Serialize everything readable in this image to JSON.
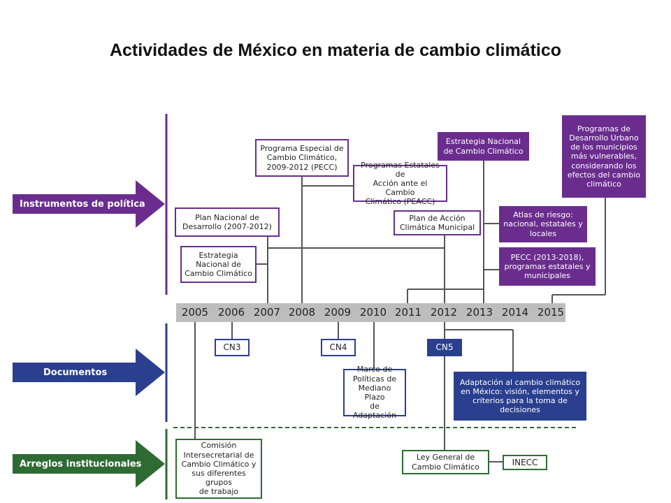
{
  "title": "Actividades de México en materia de cambio climático",
  "colors": {
    "purple": "#6a2d8e",
    "blue": "#2b3f8f",
    "green": "#2e6b32",
    "year_bar": "#bdbdbd",
    "connector": "#555555"
  },
  "categories": {
    "instrumentos": "Instrumentos de política",
    "documentos": "Documentos",
    "arreglos": "Arreglos institucionales"
  },
  "years": [
    "2005",
    "2006",
    "2007",
    "2008",
    "2009",
    "2010",
    "2011",
    "2012",
    "2013",
    "2014",
    "2015"
  ],
  "boxes": {
    "pnd": "Plan Nacional de\nDesarrollo (2007-2012)",
    "enacc_2007": "Estrategia\nNacional de\nCambio Climático",
    "pecc_2009": "Programa Especial de\nCambio Climático,\n2009-2012 (PECC)",
    "peacc": "Programas Estatales de\nAcción ante el Cambio\nClimático (PEACC)",
    "pacmun": "Plan de Acción\nClimática Municipal",
    "encc_2013": "Estrategia Nacional\nde Cambio Climático",
    "atlas": "Atlas de riesgo:\nnacional, estatales y\nlocales",
    "pecc_2013": "PECC (2013-2018),\nprogramas estatales y\nmunicipales",
    "pdu": "Programas de\nDesarrollo Urbano\nde los municipios\nmás vulnerables,\nconsiderando los\nefectos del cambio\nclimático",
    "cn3": "CN3",
    "cn4": "CN4",
    "cn5": "CN5",
    "marco": "Marco de\nPolíticas de\nMediano Plazo\nde Adaptación",
    "adaptacion": "Adaptación al cambio climático\nen México: visión, elementos y\ncriterios para la toma de\ndecisiones",
    "cicc": "Comisión\nIntersecretarial de\nCambio Climático y\nsus diferentes grupos\nde trabajo",
    "lgcc": "Ley General de\nCambio Climático",
    "inecc": "INECC"
  }
}
